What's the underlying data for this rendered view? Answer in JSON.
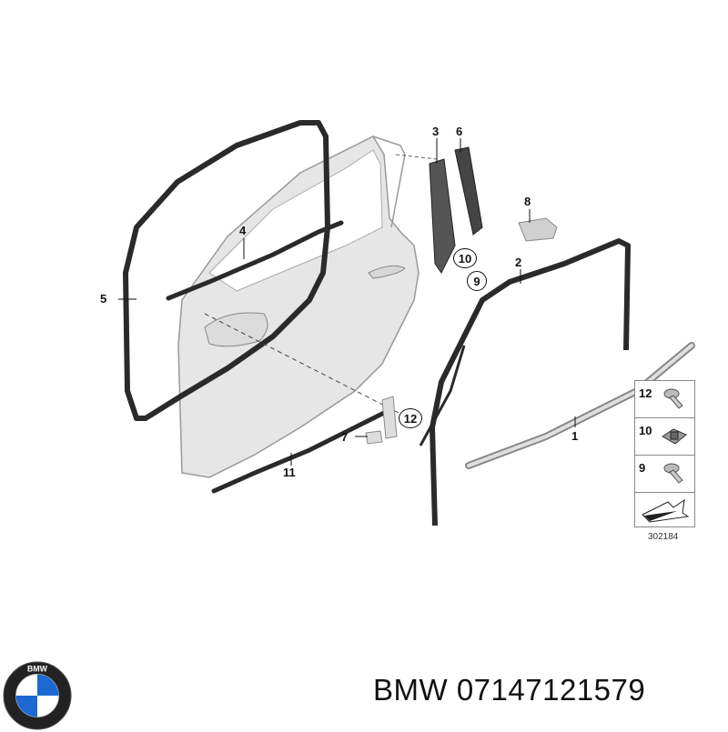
{
  "diagram": {
    "callouts": [
      "1",
      "2",
      "3",
      "4",
      "5",
      "6",
      "7",
      "8",
      "9",
      "10",
      "11",
      "12"
    ],
    "legend": {
      "rows": [
        {
          "number": "12",
          "icon": "screw-icon"
        },
        {
          "number": "10",
          "icon": "clip-nut-icon"
        },
        {
          "number": "9",
          "icon": "screw-icon"
        },
        {
          "number": "",
          "icon": "direction-arrow-icon"
        }
      ]
    },
    "diagram_code": "302184"
  },
  "footer": {
    "brand": "BMW",
    "part_number": "07147121579",
    "logo_letters": "BMW"
  },
  "colors": {
    "outline": "#111111",
    "door_fill": "#e8e8e8",
    "seal": "#2a2a2a",
    "bmw_blue": "#1c69d4"
  }
}
